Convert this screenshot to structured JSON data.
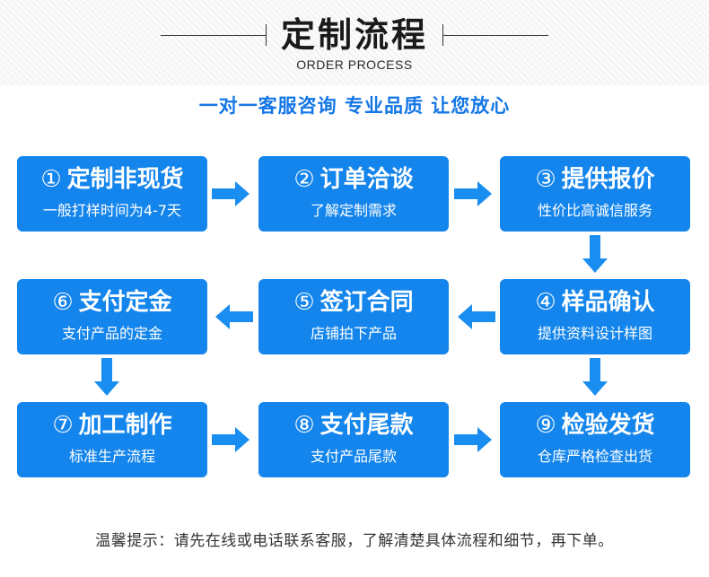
{
  "header": {
    "title": "定制流程",
    "subtitle_en": "ORDER PROCESS",
    "slogan": "一对一客服咨询 专业品质 让您放心"
  },
  "steps": [
    {
      "num": "①",
      "title": "定制非现货",
      "desc": "一般打样时间为4-7天"
    },
    {
      "num": "②",
      "title": "订单洽谈",
      "desc": "了解定制需求"
    },
    {
      "num": "③",
      "title": "提供报价",
      "desc": "性价比高诚信服务"
    },
    {
      "num": "④",
      "title": "样品确认",
      "desc": "提供资料设计样图"
    },
    {
      "num": "⑤",
      "title": "签订合同",
      "desc": "店铺拍下产品"
    },
    {
      "num": "⑥",
      "title": "支付定金",
      "desc": "支付产品的定金"
    },
    {
      "num": "⑦",
      "title": "加工制作",
      "desc": "标准生产流程"
    },
    {
      "num": "⑧",
      "title": "支付尾款",
      "desc": "支付产品尾款"
    },
    {
      "num": "⑨",
      "title": "检验发货",
      "desc": "仓库严格检查出货"
    }
  ],
  "footer": {
    "note": "温馨提示：请先在线或电话联系客服，了解清楚具体流程和细节，再下单。"
  },
  "colors": {
    "step_bg": "#1485ec",
    "arrow": "#1a8ef0",
    "slogan": "#1477e6"
  }
}
